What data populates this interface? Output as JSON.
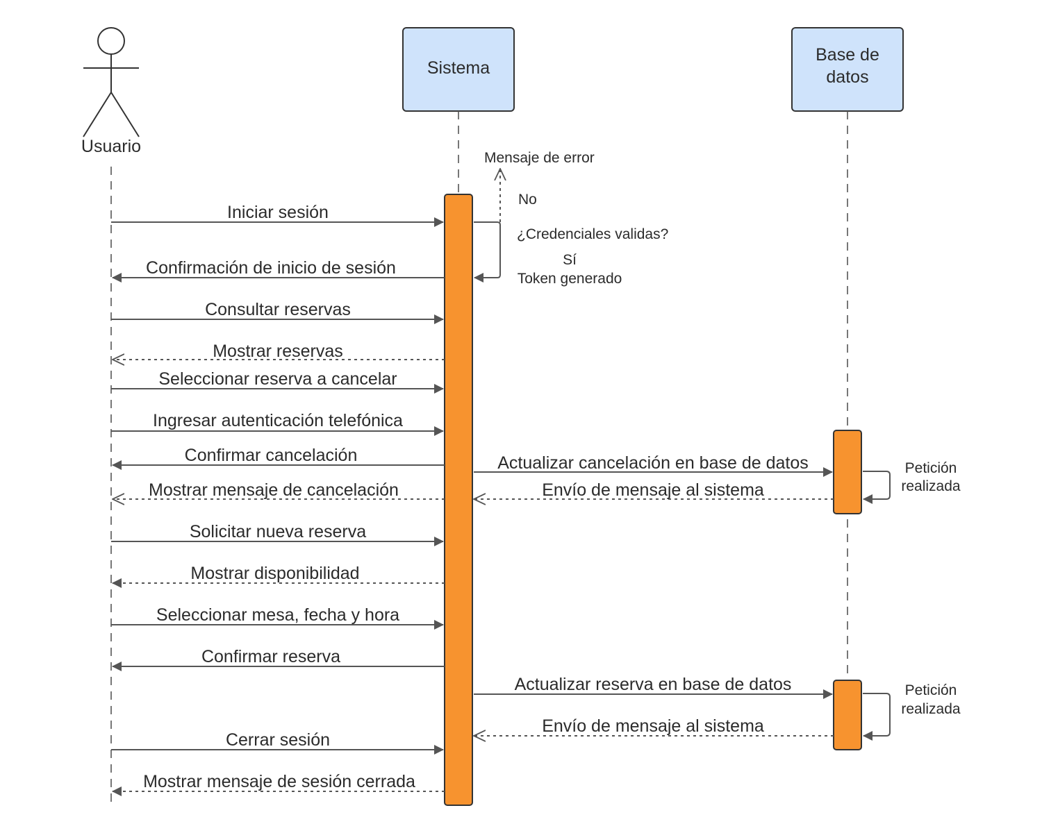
{
  "participants": {
    "usuario": {
      "label": "Usuario"
    },
    "sistema": {
      "label": "Sistema"
    },
    "base_datos": {
      "label_line1": "Base de",
      "label_line2": "datos"
    }
  },
  "messages": [
    {
      "text": "Iniciar sesión",
      "style": "sync"
    },
    {
      "text": "Confirmación de inicio de sesión",
      "style": "sync"
    },
    {
      "text": "Consultar reservas",
      "style": "sync"
    },
    {
      "text": "Mostrar reservas",
      "style": "reply-open"
    },
    {
      "text": "Seleccionar reserva a cancelar",
      "style": "sync"
    },
    {
      "text": "Ingresar autenticación telefónica",
      "style": "sync"
    },
    {
      "text": "Confirmar cancelación",
      "style": "sync"
    },
    {
      "text": "Mostrar mensaje de cancelación",
      "style": "reply-open"
    },
    {
      "text": "Solicitar nueva reserva",
      "style": "sync"
    },
    {
      "text": "Mostrar disponibilidad",
      "style": "reply-filled"
    },
    {
      "text": "Seleccionar mesa, fecha y hora",
      "style": "sync"
    },
    {
      "text": "Confirmar reserva",
      "style": "sync"
    },
    {
      "text": "Cerrar sesión",
      "style": "sync"
    },
    {
      "text": "Mostrar mensaje de sesión cerrada",
      "style": "reply-filled"
    }
  ],
  "db_messages": [
    {
      "text": "Actualizar cancelación en base de datos",
      "style": "sync"
    },
    {
      "text": "Envío de mensaje al sistema",
      "style": "reply-open"
    },
    {
      "text": "Actualizar reserva en base de datos",
      "style": "sync"
    },
    {
      "text": "Envío de mensaje al sistema",
      "style": "reply-open"
    }
  ],
  "login_check": {
    "error": "Mensaje de error",
    "no": "No",
    "question": "¿Credenciales validas?",
    "yes": "Sí",
    "token": "Token generado"
  },
  "db_self_notes": [
    {
      "line1": "Petición",
      "line2": "realizada"
    },
    {
      "line1": "Petición",
      "line2": "realizada"
    }
  ],
  "colors": {
    "activation": "#f7932f",
    "header_fill": "#cfe3fb",
    "line": "#555555",
    "border": "#333333"
  }
}
